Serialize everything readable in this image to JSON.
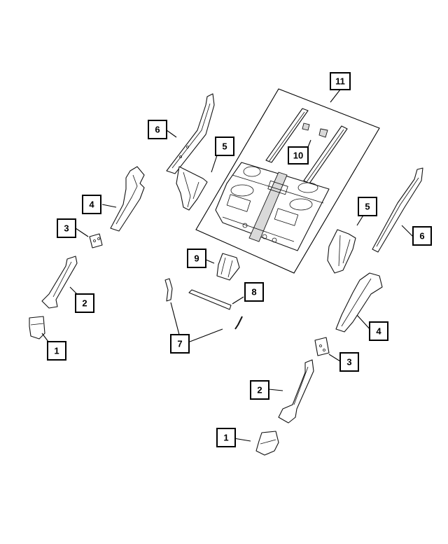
{
  "diagram": {
    "callouts": [
      {
        "id": "c1a",
        "label": "1"
      },
      {
        "id": "c1b",
        "label": "1"
      },
      {
        "id": "c2a",
        "label": "2"
      },
      {
        "id": "c2b",
        "label": "2"
      },
      {
        "id": "c3a",
        "label": "3"
      },
      {
        "id": "c3b",
        "label": "3"
      },
      {
        "id": "c4a",
        "label": "4"
      },
      {
        "id": "c4b",
        "label": "4"
      },
      {
        "id": "c5a",
        "label": "5"
      },
      {
        "id": "c5b",
        "label": "5"
      },
      {
        "id": "c6a",
        "label": "6"
      },
      {
        "id": "c6b",
        "label": "6"
      },
      {
        "id": "c7",
        "label": "7"
      },
      {
        "id": "c8",
        "label": "8"
      },
      {
        "id": "c9",
        "label": "9"
      },
      {
        "id": "c10",
        "label": "10"
      },
      {
        "id": "c11",
        "label": "11"
      }
    ],
    "colors": {
      "line": "#111111",
      "background": "#ffffff"
    }
  }
}
